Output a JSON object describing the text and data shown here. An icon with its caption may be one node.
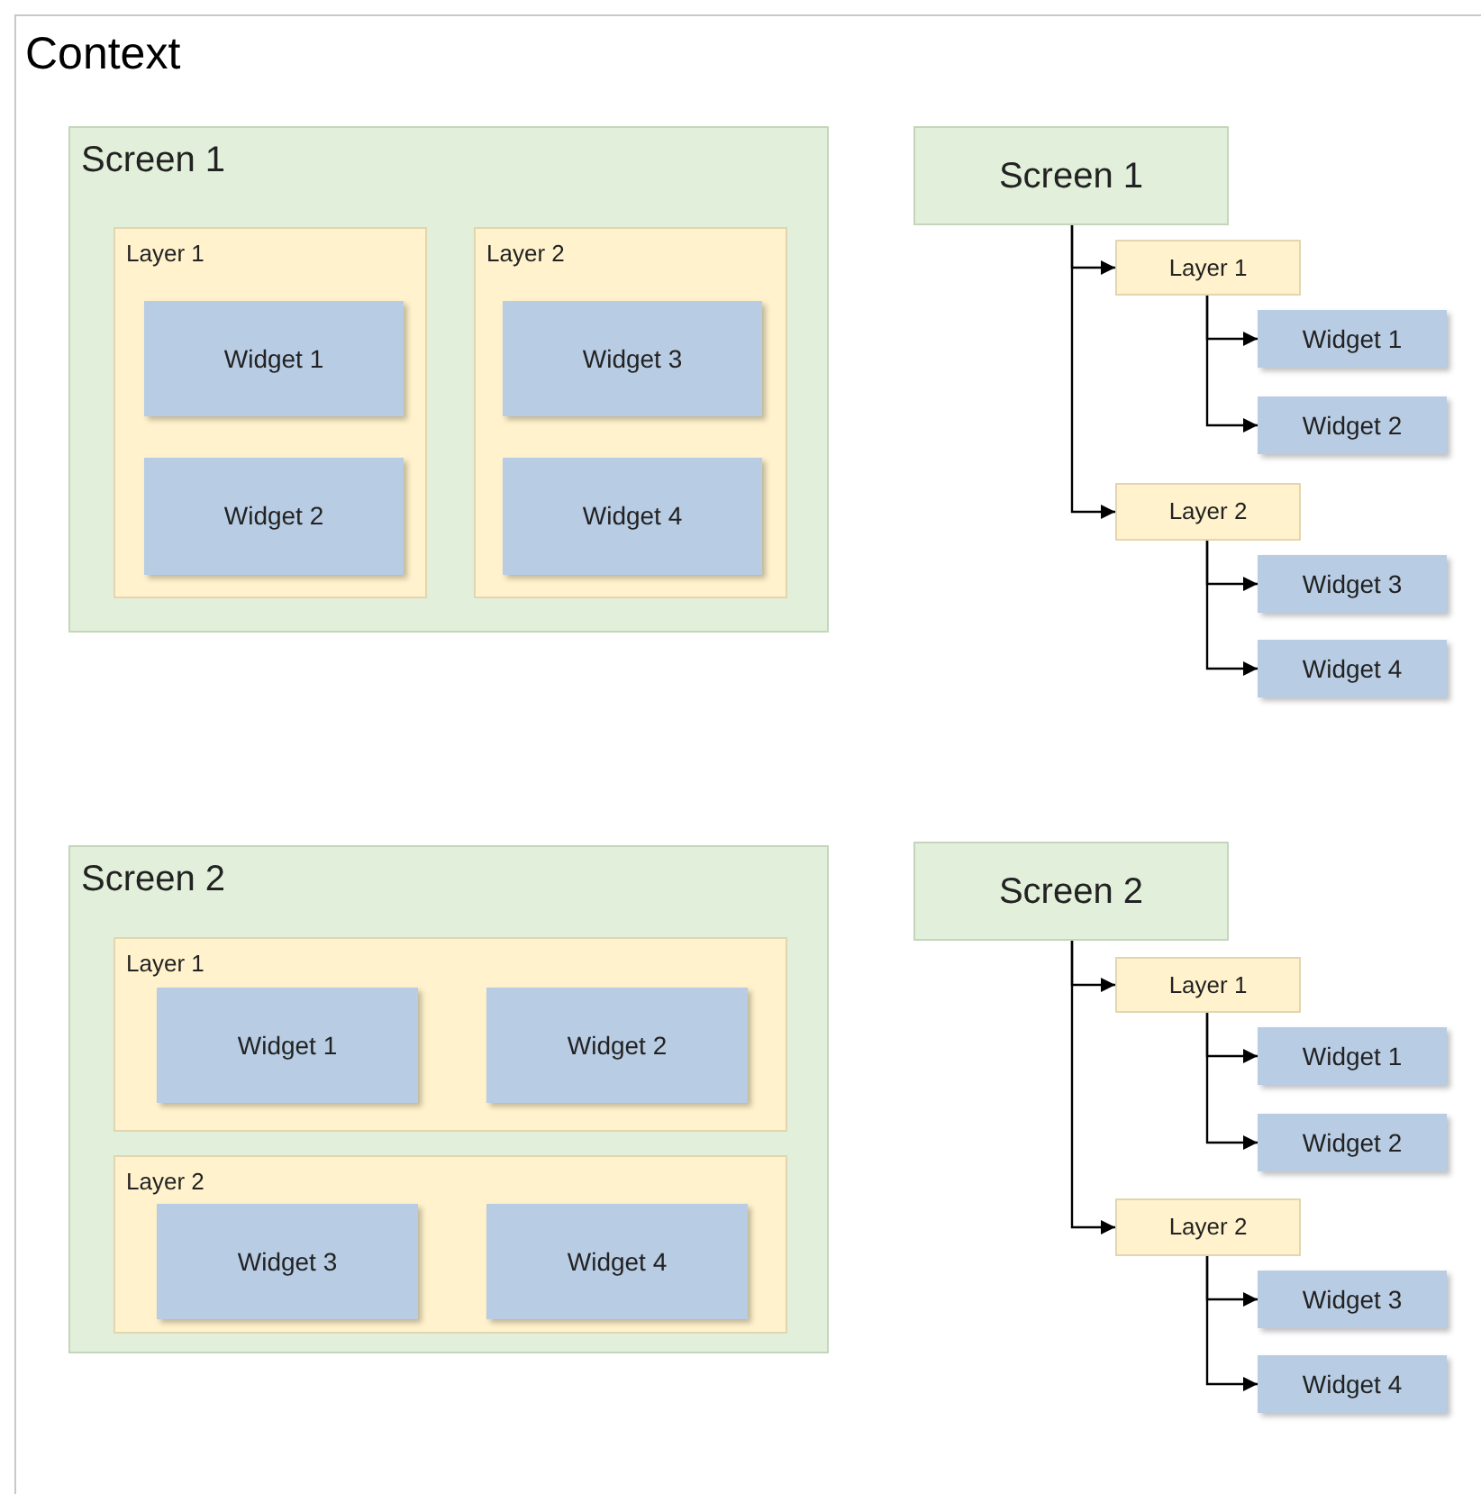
{
  "diagram": {
    "title": "Context",
    "nodes": [
      {
        "text": [
          "Screen 1"
        ]
      },
      {
        "text": [
          "Layer 1"
        ],
        "in": 0
      },
      {
        "text": [
          "Widget 1"
        ],
        "in": 1
      },
      {
        "text": [
          "Widget 2"
        ],
        "in": 1
      },
      {
        "text": [
          "Layer 2"
        ],
        "in": 0
      },
      {
        "text": [
          "Widget 3"
        ],
        "in": 4
      },
      {
        "text": [
          "Widget 4"
        ],
        "in": 4
      },
      {
        "text": [
          "Screen 1"
        ]
      },
      {
        "text": [
          "Layer 1"
        ]
      },
      {
        "text": [
          "Widget 1"
        ]
      },
      {
        "text": [
          "Widget 2"
        ]
      },
      {
        "text": [
          "Layer 2"
        ]
      },
      {
        "text": [
          "Widget 3"
        ]
      },
      {
        "text": [
          "Widget 4"
        ]
      },
      {
        "text": [
          "Screen 2"
        ]
      },
      {
        "text": [
          "Layer 1"
        ],
        "in": 14
      },
      {
        "text": [
          "Widget 1"
        ],
        "in": 15
      },
      {
        "text": [
          "Widget 2"
        ],
        "in": 15
      },
      {
        "text": [
          "Layer 2"
        ],
        "in": 14
      },
      {
        "text": [
          "Widget 3"
        ],
        "in": 18
      },
      {
        "text": [
          "Widget 4"
        ],
        "in": 18
      },
      {
        "text": [
          "Screen 2"
        ]
      },
      {
        "text": [
          "Layer 1"
        ]
      },
      {
        "text": [
          "Widget 1"
        ]
      },
      {
        "text": [
          "Widget 2"
        ]
      },
      {
        "text": [
          "Layer 2"
        ]
      },
      {
        "text": [
          "Widget 3"
        ]
      },
      {
        "text": [
          "Widget 4"
        ]
      }
    ],
    "edges": [
      {
        "from": 7,
        "to": 8,
        "arrow": "to"
      },
      {
        "from": 8,
        "to": 9,
        "arrow": "to"
      },
      {
        "from": 8,
        "to": 10,
        "arrow": "to"
      },
      {
        "from": 7,
        "to": 11,
        "arrow": "to"
      },
      {
        "from": 11,
        "to": 12,
        "arrow": "to"
      },
      {
        "from": 11,
        "to": 13,
        "arrow": "to"
      },
      {
        "from": 21,
        "to": 22,
        "arrow": "to"
      },
      {
        "from": 22,
        "to": 23,
        "arrow": "to"
      },
      {
        "from": 22,
        "to": 24,
        "arrow": "to"
      },
      {
        "from": 21,
        "to": 25,
        "arrow": "to"
      },
      {
        "from": 25,
        "to": 26,
        "arrow": "to"
      },
      {
        "from": 25,
        "to": 27,
        "arrow": "to"
      }
    ]
  }
}
